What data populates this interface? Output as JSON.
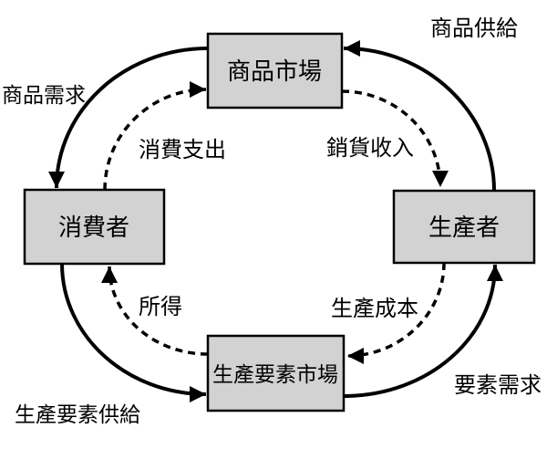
{
  "diagram": {
    "type": "circular-flow",
    "nodes": {
      "goods_market": {
        "label": "商品市場"
      },
      "consumer": {
        "label": "消費者"
      },
      "producer": {
        "label": "生產者"
      },
      "factor_market": {
        "label": "生產要素市場"
      }
    },
    "flows": {
      "goods_supply": {
        "label": "商品供給",
        "from": "producer",
        "to": "goods_market",
        "line": "solid"
      },
      "goods_demand": {
        "label": "商品需求",
        "from": "goods_market",
        "to": "consumer",
        "line": "solid"
      },
      "factor_supply": {
        "label": "生產要素供給",
        "from": "consumer",
        "to": "factor_market",
        "line": "solid"
      },
      "factor_demand": {
        "label": "要素需求",
        "from": "factor_market",
        "to": "producer",
        "line": "solid"
      },
      "consumption_expenditure": {
        "label": "消費支出",
        "from": "consumer",
        "to": "goods_market",
        "line": "dashed"
      },
      "sales_revenue": {
        "label": "銷貨收入",
        "from": "goods_market",
        "to": "producer",
        "line": "dashed"
      },
      "production_cost": {
        "label": "生產成本",
        "from": "producer",
        "to": "factor_market",
        "line": "dashed"
      },
      "income": {
        "label": "所得",
        "from": "factor_market",
        "to": "consumer",
        "line": "dashed"
      }
    },
    "colors": {
      "background": "#ffffff",
      "box_fill": "#d2d2d2",
      "box_border": "#000000",
      "line": "#000000",
      "text": "#000000"
    }
  }
}
